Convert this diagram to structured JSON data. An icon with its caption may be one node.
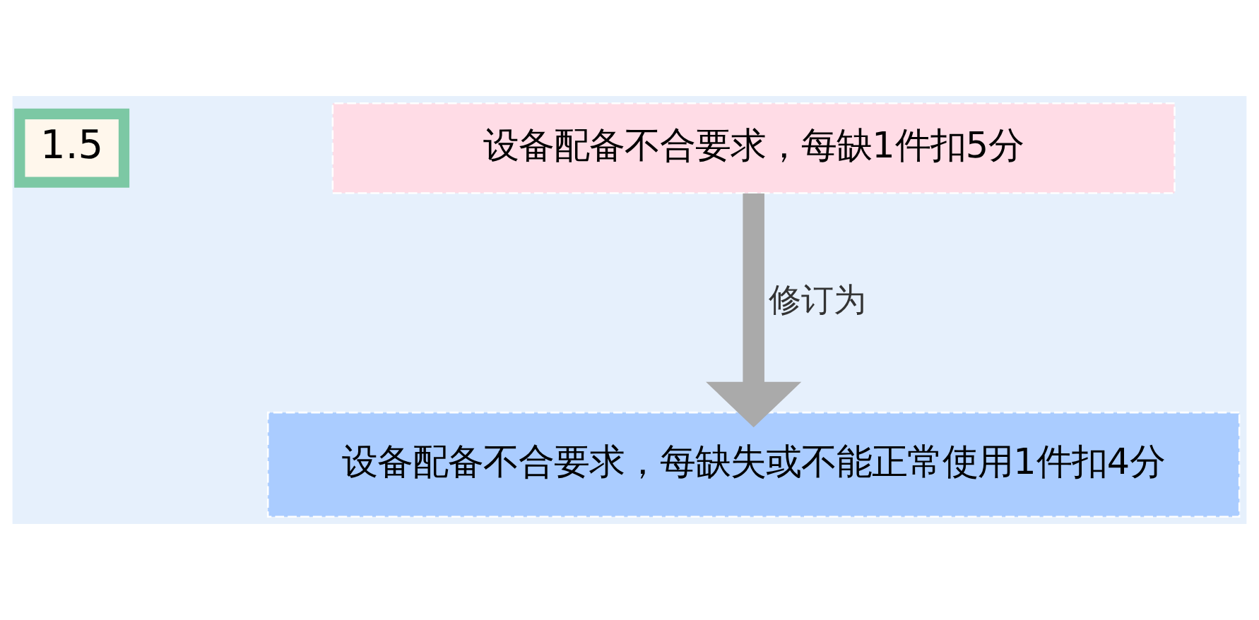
{
  "diagram": {
    "nodes": [
      {
        "text": [
          "1.5"
        ]
      },
      {
        "text": [
          "设备配备不合要求，每缺1件扣5分"
        ]
      },
      {
        "text": [
          "设备配备不合要求，每缺失或不能正常使用1件扣4分"
        ]
      }
    ],
    "edges": [
      {
        "from": 1,
        "to": 2,
        "arrow": "to",
        "label": "修订为",
        "color": "#aaaaaa"
      }
    ]
  }
}
